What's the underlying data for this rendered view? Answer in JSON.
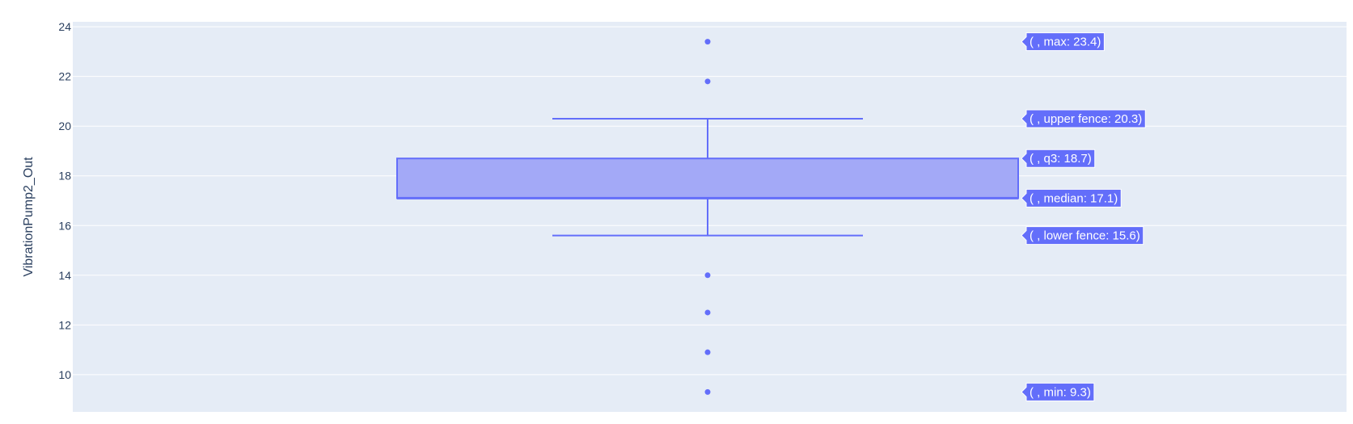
{
  "chart_data": {
    "type": "box",
    "title": "",
    "xlabel": "",
    "ylabel": "VibrationPump2_Out",
    "ylim": [
      8.5,
      24.2
    ],
    "yticks": [
      10,
      12,
      14,
      16,
      18,
      20,
      22,
      24
    ],
    "grid": true,
    "series": [
      {
        "lower_fence": 15.6,
        "q1": 17.1,
        "median": 17.1,
        "q3": 18.7,
        "upper_fence": 20.3,
        "min": 9.3,
        "max": 23.4,
        "outliers": [
          23.4,
          21.8,
          14.0,
          12.5,
          10.9,
          9.3
        ]
      }
    ],
    "hover_labels": [
      {
        "text": "( , max: 23.4)",
        "y": 23.4
      },
      {
        "text": "( , upper fence: 20.3)",
        "y": 20.3
      },
      {
        "text": "( , q3: 18.7)",
        "y": 18.7
      },
      {
        "text": "( , median: 17.1)",
        "y": 17.1
      },
      {
        "text": "( , lower fence: 15.6)",
        "y": 15.6
      },
      {
        "text": "( , min: 9.3)",
        "y": 9.3
      }
    ]
  },
  "colors": {
    "plot_bg": "#e5ecf6",
    "grid": "#ffffff",
    "trace": "#636efa",
    "box_fill": "#a3a9f7",
    "tick_text": "#2a3f5f"
  }
}
